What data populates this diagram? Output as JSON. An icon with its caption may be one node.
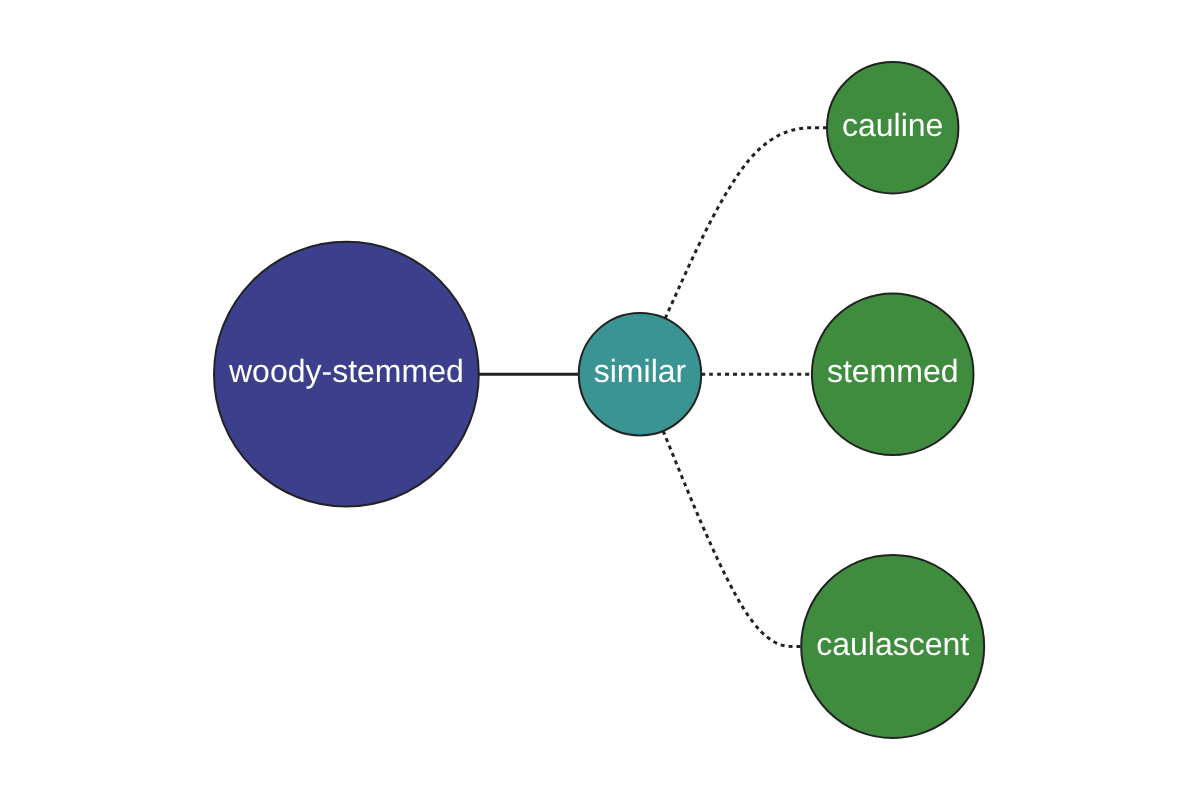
{
  "diagram": {
    "nodes": [
      {
        "text": [
          "woody-stemmed"
        ]
      },
      {
        "text": [
          "similar"
        ]
      },
      {
        "text": [
          "cauline"
        ]
      },
      {
        "text": [
          "stemmed"
        ]
      },
      {
        "text": [
          "caulascent"
        ]
      }
    ],
    "edges": [
      {
        "from": 0,
        "to": 1,
        "arrow": "none"
      },
      {
        "from": 1,
        "to": 2,
        "arrow": "none",
        "style": "dashed"
      },
      {
        "from": 1,
        "to": 3,
        "arrow": "none",
        "style": "dashed"
      },
      {
        "from": 1,
        "to": 4,
        "arrow": "none",
        "style": "dashed"
      }
    ]
  }
}
